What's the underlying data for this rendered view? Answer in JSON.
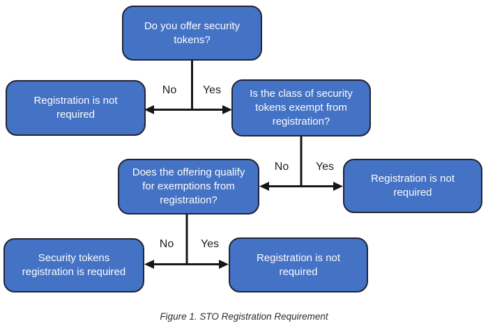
{
  "diagram": {
    "caption": "Figure 1. STO Registration Requirement",
    "nodes": [
      {
        "id": "q-offer-tokens",
        "label": "Do you offer security tokens?"
      },
      {
        "id": "not-required-1",
        "label": "Registration is not required"
      },
      {
        "id": "q-class-exempt",
        "label": "Is the class of security tokens exempt from registration?"
      },
      {
        "id": "q-offering-exempt",
        "label": "Does the offering qualify for exemptions from registration?"
      },
      {
        "id": "not-required-2",
        "label": "Registration is not required"
      },
      {
        "id": "required",
        "label": "Security tokens registration is required"
      },
      {
        "id": "not-required-3",
        "label": "Registration is not required"
      }
    ],
    "edge_labels": {
      "no": "No",
      "yes": "Yes"
    },
    "colors": {
      "node_fill": "#4472C4",
      "node_border": "#1f2435",
      "node_text": "#fdfdfd",
      "connector": "#161616"
    }
  }
}
